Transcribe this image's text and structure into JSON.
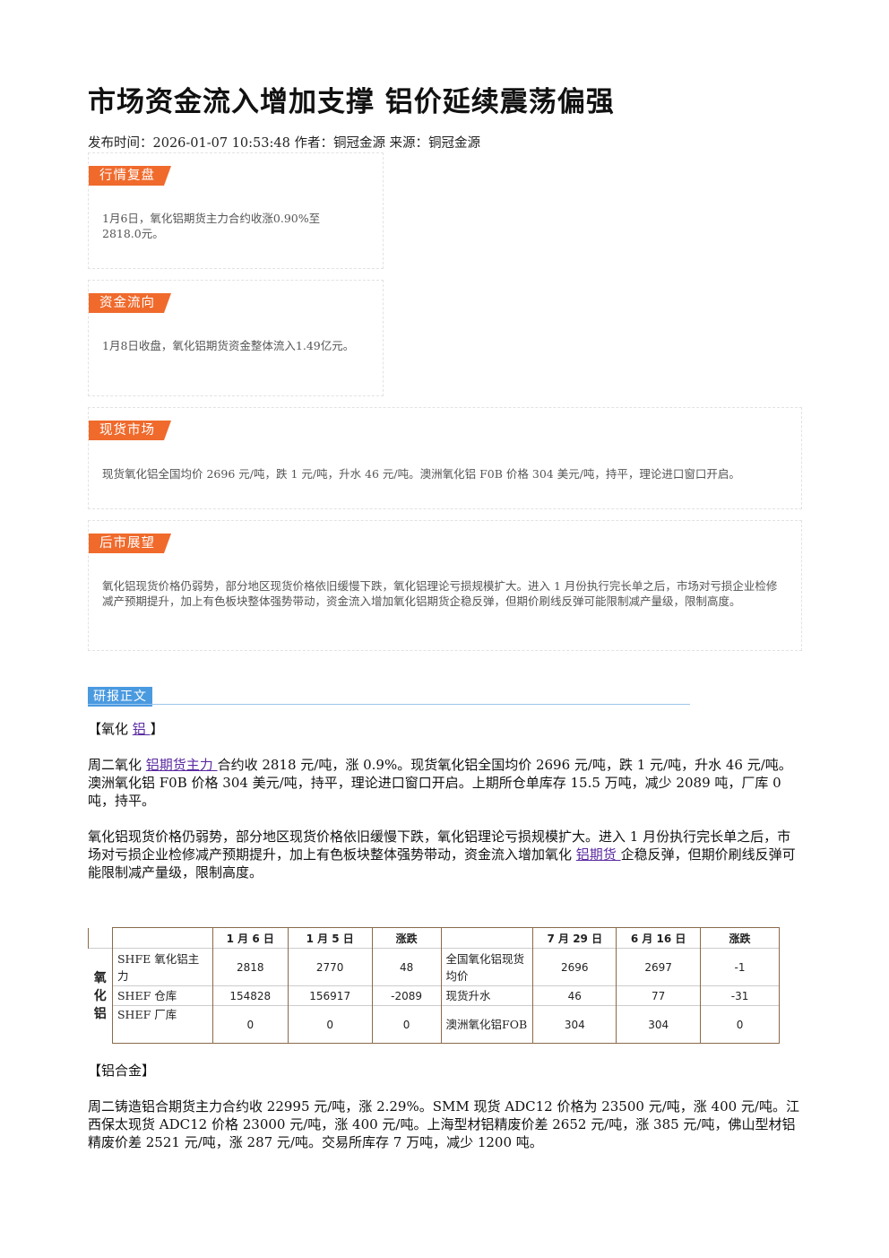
{
  "title": "市场资金流入增加支撑 铝价延续震荡偏强",
  "meta": "发布时间：2026-01-07 10:53:48 作者：铜冠金源 来源：铜冠金源",
  "sections": [
    {
      "tag": "行情复盘",
      "text": "1月6日，氧化铝期货主力合约收涨0.90%至2818.0元。"
    },
    {
      "tag": "资金流向",
      "text": "1月8日收盘，氧化铝期货资金整体流入1.49亿元。"
    },
    {
      "tag": "现货市场",
      "text": "现货氧化铝全国均价 2696 元/吨，跌 1 元/吨，升水 46 元/吨。澳洲氧化铝 F0B 价格 304 美元/吨，持平，理论进口窗口开启。"
    },
    {
      "tag": "后市展望",
      "text": "氧化铝现货价格仍弱势，部分地区现货价格依旧缓慢下跌，氧化铝理论亏损规模扩大。进入 1 月份执行完长单之后，市场对亏损企业检修减产预期提升，加上有色板块整体强势带动，资金流入增加氧化铝期货企稳反弹，但期价刷线反弹可能限制减产量级，限制高度。"
    }
  ],
  "report_tag": "研报正文",
  "alumina_heading": {
    "pre": "【氧化 ",
    "link": "铝 ",
    "post": "】"
  },
  "alumina_para1": {
    "pre": "周二氧化 ",
    "link": "铝期货主力 ",
    "post": "合约收 2818 元/吨，涨 0.9%。现货氧化铝全国均价 2696 元/吨，跌 1 元/吨，升水 46 元/吨。澳洲氧化铝 F0B 价格 304 美元/吨，持平，理论进口窗口开启。上期所仓单库存 15.5 万吨，减少 2089 吨，厂库 0 吨，持平。"
  },
  "alumina_para2": {
    "pre": "氧化铝现货价格仍弱势，部分地区现货价格依旧缓慢下跌，氧化铝理论亏损规模扩大。进入 1 月份执行完长单之后，市场对亏损企业检修减产预期提升，加上有色板块整体强势带动，资金流入增加氧化 ",
    "link": "铝期货 ",
    "post": "企稳反弹，但期价刷线反弹可能限制减产量级，限制高度。"
  },
  "table": {
    "side_label": "氧化铝",
    "headers": [
      "",
      "1 月 6 日",
      "1 月 5 日",
      "涨跌",
      "",
      "7 月 29 日",
      "6 月 16 日",
      "涨跌"
    ],
    "rows": [
      [
        "SHFE 氧化铝主力",
        "2818",
        "2770",
        "48",
        "全国氧化铝现货均价",
        "2696",
        "2697",
        "-1"
      ],
      [
        "SHEF 仓库",
        "154828",
        "156917",
        "-2089",
        "现货升水",
        "46",
        "77",
        "-31"
      ],
      [
        "SHEF 厂库",
        "0",
        "0",
        "0",
        "澳洲氧化铝FOB",
        "304",
        "304",
        "0"
      ]
    ]
  },
  "alloy_heading": "【铝合金】",
  "alloy_para": "周二铸造铝合期货主力合约收 22995 元/吨，涨 2.29%。SMM 现货 ADC12 价格为 23500 元/吨，涨 400 元/吨。江西保太现货 ADC12 价格 23000 元/吨，涨 400 元/吨。上海型材铝精废价差 2652 元/吨，涨 385 元/吨，佛山型材铝精废价差 2521 元/吨，涨 287 元/吨。交易所库存 7 万吨，减少 1200 吨。"
}
